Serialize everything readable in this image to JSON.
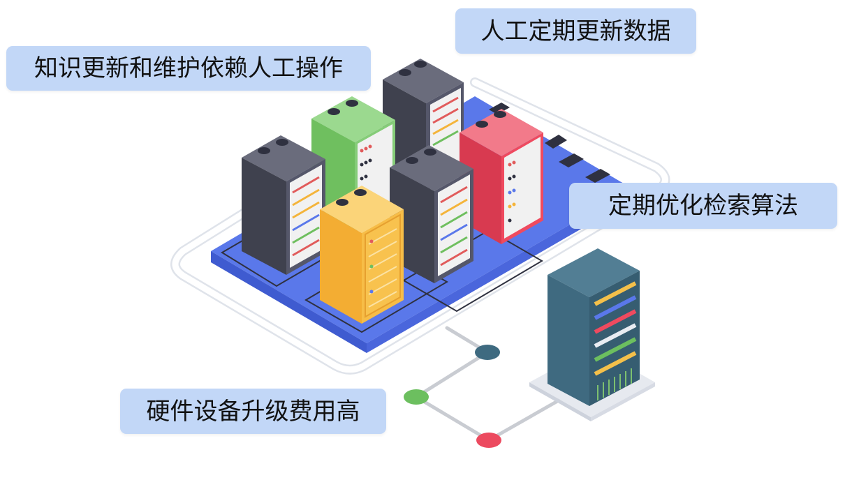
{
  "callouts": {
    "manual_maintenance": "知识更新和维护依赖人工操作",
    "manual_update": "人工定期更新数据",
    "optimize_retrieval": "定期优化检索算法",
    "hardware_cost": "硬件设备升级费用高"
  },
  "colors": {
    "callout_background": "#c2d7f7",
    "platform": "#5a78ea",
    "server_dark": "#4d4f5e",
    "server_green": "#7ccb6e",
    "server_red": "#ef4a5f",
    "server_yellow": "#f7bd47",
    "server_teal": "#3f6a80",
    "node_teal": "#3e6a80",
    "node_green": "#6cbf5f",
    "node_red": "#ec4a5f"
  }
}
